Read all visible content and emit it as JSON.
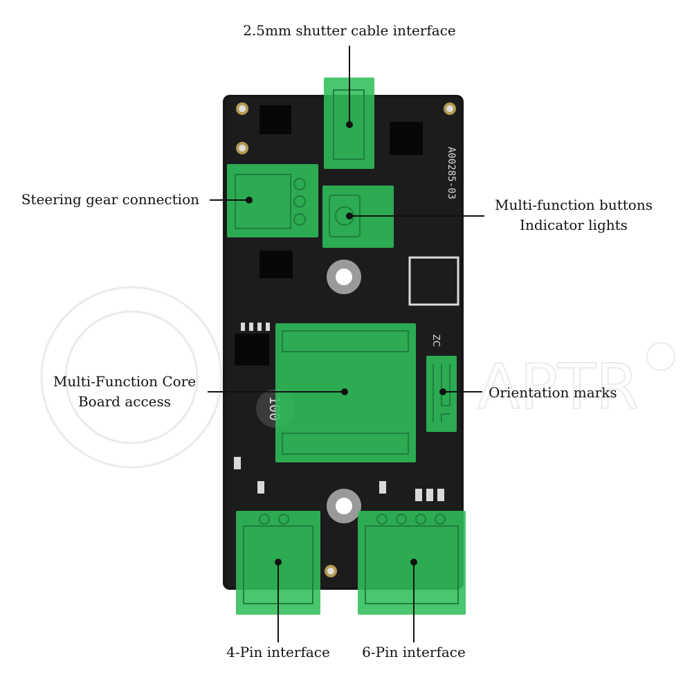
{
  "labels": {
    "shutter": "2.5mm shutter cable interface",
    "steering": "Steering gear connection",
    "buttons_line1": "Multi-function buttons",
    "buttons_line2": "Indicator lights",
    "core_line1": "Multi-Function Core",
    "core_line2": "Board access",
    "orientation": "Orientation marks",
    "pin4": "4-Pin interface",
    "pin6": "6-Pin interface"
  },
  "board": {
    "serial": "A00285-03",
    "inductor": "100",
    "logo_text": "ZC"
  },
  "watermark": {
    "text": "APTR"
  },
  "colors": {
    "pcb": "#1a1a1a",
    "highlight": "#2fbf5a",
    "leader": "#111111"
  }
}
